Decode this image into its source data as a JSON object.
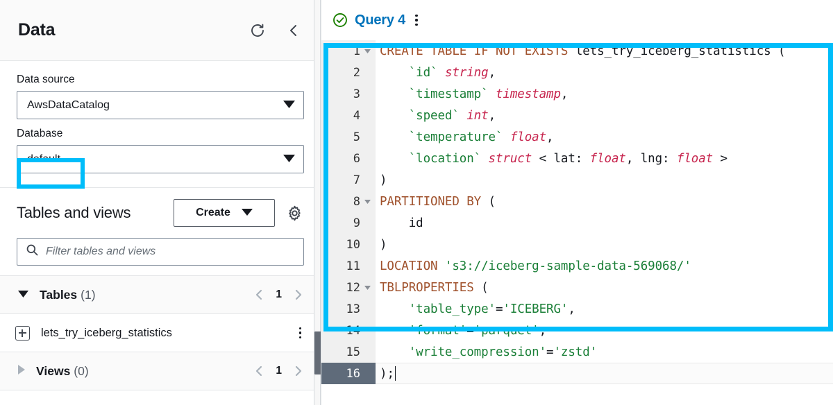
{
  "sidebar": {
    "title": "Data",
    "refresh_icon": "refresh-icon",
    "collapse_icon": "chevron-left-icon",
    "data_source": {
      "label": "Data source",
      "value": "AwsDataCatalog"
    },
    "database": {
      "label": "Database",
      "value": "default"
    },
    "tables_and_views": {
      "title": "Tables and views",
      "create_label": "Create",
      "settings_icon": "gear-icon",
      "filter_placeholder": "Filter tables and views",
      "filter_value": "",
      "search_icon": "search-icon"
    },
    "groups": [
      {
        "name": "Tables",
        "count": "(1)",
        "expanded": true,
        "page": "1",
        "prev_icon": "chevron-left-icon",
        "next_icon": "chevron-right-icon"
      },
      {
        "name": "Views",
        "count": "(0)",
        "expanded": false,
        "page": "1",
        "prev_icon": "chevron-left-icon",
        "next_icon": "chevron-right-icon"
      }
    ],
    "tables": [
      {
        "name": "lets_try_iceberg_statistics",
        "expand_icon": "plus-box-icon",
        "menu_icon": "kebab-vertical-icon"
      }
    ]
  },
  "editor": {
    "tab": {
      "label": "Query 4",
      "status_icon": "check-circle-icon",
      "menu_icon": "kebab-vertical-icon"
    },
    "lines": [
      {
        "n": "1",
        "fold": true,
        "text": "CREATE TABLE IF NOT EXISTS lets_try_iceberg_statistics ("
      },
      {
        "n": "2",
        "fold": false,
        "text": "    `id` string,"
      },
      {
        "n": "3",
        "fold": false,
        "text": "    `timestamp` timestamp,"
      },
      {
        "n": "4",
        "fold": false,
        "text": "    `speed` int,"
      },
      {
        "n": "5",
        "fold": false,
        "text": "    `temperature` float,"
      },
      {
        "n": "6",
        "fold": false,
        "text": "    `location` struct < lat: float, lng: float >"
      },
      {
        "n": "7",
        "fold": false,
        "text": ")"
      },
      {
        "n": "8",
        "fold": true,
        "text": "PARTITIONED BY ("
      },
      {
        "n": "9",
        "fold": false,
        "text": "    id"
      },
      {
        "n": "10",
        "fold": false,
        "text": ")"
      },
      {
        "n": "11",
        "fold": false,
        "text": "LOCATION 's3://iceberg-sample-data-569068/'"
      },
      {
        "n": "12",
        "fold": true,
        "text": "TBLPROPERTIES ("
      },
      {
        "n": "13",
        "fold": false,
        "text": "    'table_type'='ICEBERG',"
      },
      {
        "n": "14",
        "fold": false,
        "text": "    'format'='parquet',"
      },
      {
        "n": "15",
        "fold": false,
        "text": "    'write_compression'='zstd'"
      },
      {
        "n": "16",
        "fold": false,
        "text": ");",
        "active": true
      }
    ]
  },
  "annotations": {
    "highlight_color": "#00bdfa",
    "boxes": [
      {
        "name": "database-value-highlight",
        "target": "default"
      },
      {
        "name": "sql-editor-highlight",
        "target": "query-editor"
      }
    ]
  },
  "colors": {
    "tab_blue": "#0073bb",
    "status_green": "#1d8102",
    "keyword": "#a0522d",
    "type": "#c7254e",
    "string": "#1a7f37"
  }
}
